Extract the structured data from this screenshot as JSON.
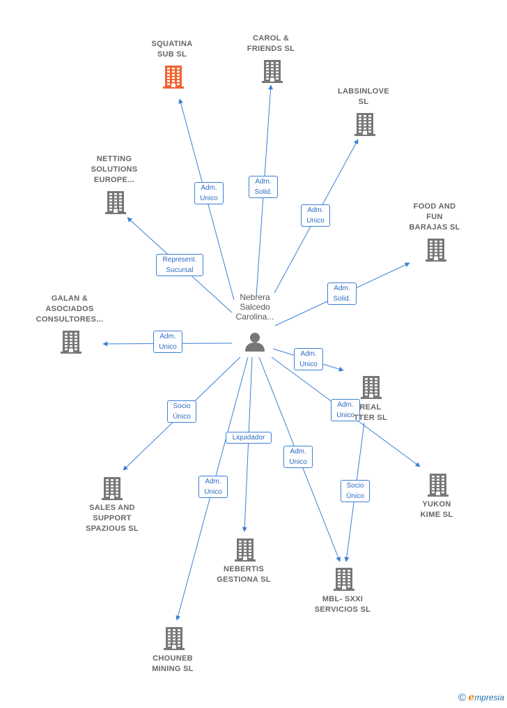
{
  "center": {
    "name": "Nebrera\nSalcedo\nCarolina...",
    "icon": "person-icon"
  },
  "companies": [
    {
      "key": "squatina",
      "name": "SQUATINA\nSUB  SL",
      "highlight": true
    },
    {
      "key": "carol",
      "name": "CAROL &\nFRIENDS  SL",
      "highlight": false
    },
    {
      "key": "labsinlove",
      "name": "LABSINLOVE\nSL",
      "highlight": false
    },
    {
      "key": "netting",
      "name": "NETTING\nSOLUTIONS\nEUROPE...",
      "highlight": false
    },
    {
      "key": "food",
      "name": "FOOD AND\nFUN\nBARAJAS  SL",
      "highlight": false
    },
    {
      "key": "galan",
      "name": "GALAN &\nASOCIADOS\nCONSULTORES...",
      "highlight": false
    },
    {
      "key": "real",
      "name": "REAL\nTTER  SL",
      "highlight": false
    },
    {
      "key": "yukon",
      "name": "YUKON\nKIME  SL",
      "highlight": false
    },
    {
      "key": "sales",
      "name": "SALES AND\nSUPPORT\nSPAZIOUS  SL",
      "highlight": false
    },
    {
      "key": "nebertis",
      "name": "NEBERTIS\nGESTIONA SL",
      "highlight": false
    },
    {
      "key": "mbl",
      "name": "MBL- SXXI\nSERVICIOS  SL",
      "highlight": false
    },
    {
      "key": "chouneb",
      "name": "CHOUNEB\nMINING  SL",
      "highlight": false
    }
  ],
  "relations": [
    {
      "to": "squatina",
      "label": "Adm.\nUnico"
    },
    {
      "to": "carol",
      "label": "Adm.\nSolid."
    },
    {
      "to": "labsinlove",
      "label": "Adm.\nUnico"
    },
    {
      "to": "netting",
      "label": "Represent.\nSucursal"
    },
    {
      "to": "food",
      "label": "Adm.\nSolid."
    },
    {
      "to": "galan",
      "label": "Adm.\nUnico"
    },
    {
      "to": "real",
      "label": "Adm.\nUnico"
    },
    {
      "to": "yukon",
      "label": "Adm.\nUnico"
    },
    {
      "to": "sales",
      "label": "Socio\nÚnico"
    },
    {
      "to": "nebertis",
      "label": "Liquidador"
    },
    {
      "to": "mbl",
      "label": "Adm.\nUnico"
    },
    {
      "to": "chouneb",
      "label": "Adm.\nUnico"
    },
    {
      "from": "real",
      "to": "mbl",
      "label": "Socio\nÚnico"
    }
  ],
  "colors": {
    "edge": "#3a7fd5",
    "building": "#777777",
    "building_highlight": "#f0622d"
  },
  "footer": {
    "copyright": "©",
    "brand_initial": "e",
    "brand_rest": "mpresia"
  }
}
